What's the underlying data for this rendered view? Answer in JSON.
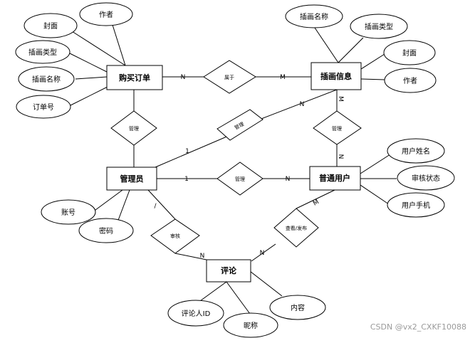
{
  "entities": {
    "purchase_order": "购买订单",
    "illustration_info": "插画信息",
    "administrator": "管理员",
    "regular_user": "普通用户",
    "comment": "评论"
  },
  "attributes": {
    "po_cover": "封面",
    "po_author": "作者",
    "po_type": "插画类型",
    "po_name": "插画名称",
    "po_order_no": "订单号",
    "ii_name": "插画名称",
    "ii_type": "插画类型",
    "ii_cover": "封面",
    "ii_author": "作者",
    "ru_name": "用户姓名",
    "ru_review_status": "审核状态",
    "ru_phone": "用户手机",
    "admin_account": "账号",
    "admin_password": "密码",
    "cm_reviewer_id": "评论人ID",
    "cm_nickname": "昵称",
    "cm_content": "内容"
  },
  "relationships": {
    "belongs": "属于",
    "manage_order": "管理",
    "manage_info": "管理",
    "manage_info_user": "管理",
    "manage_user": "管理",
    "review": "审核",
    "publish": "查看/发布"
  },
  "cardinalities": {
    "belongs_order": "N",
    "belongs_info": "M",
    "manage_info_admin": "1",
    "manage_info_info": "N",
    "user_info_info": "M",
    "user_info_user": "N",
    "manage_user_admin": "1",
    "manage_user_user": "N",
    "review_admin": "/",
    "review_comment": "N",
    "publish_user": "M",
    "publish_comment": "N"
  },
  "watermark": "CSDN @vx2_CXKF10088"
}
